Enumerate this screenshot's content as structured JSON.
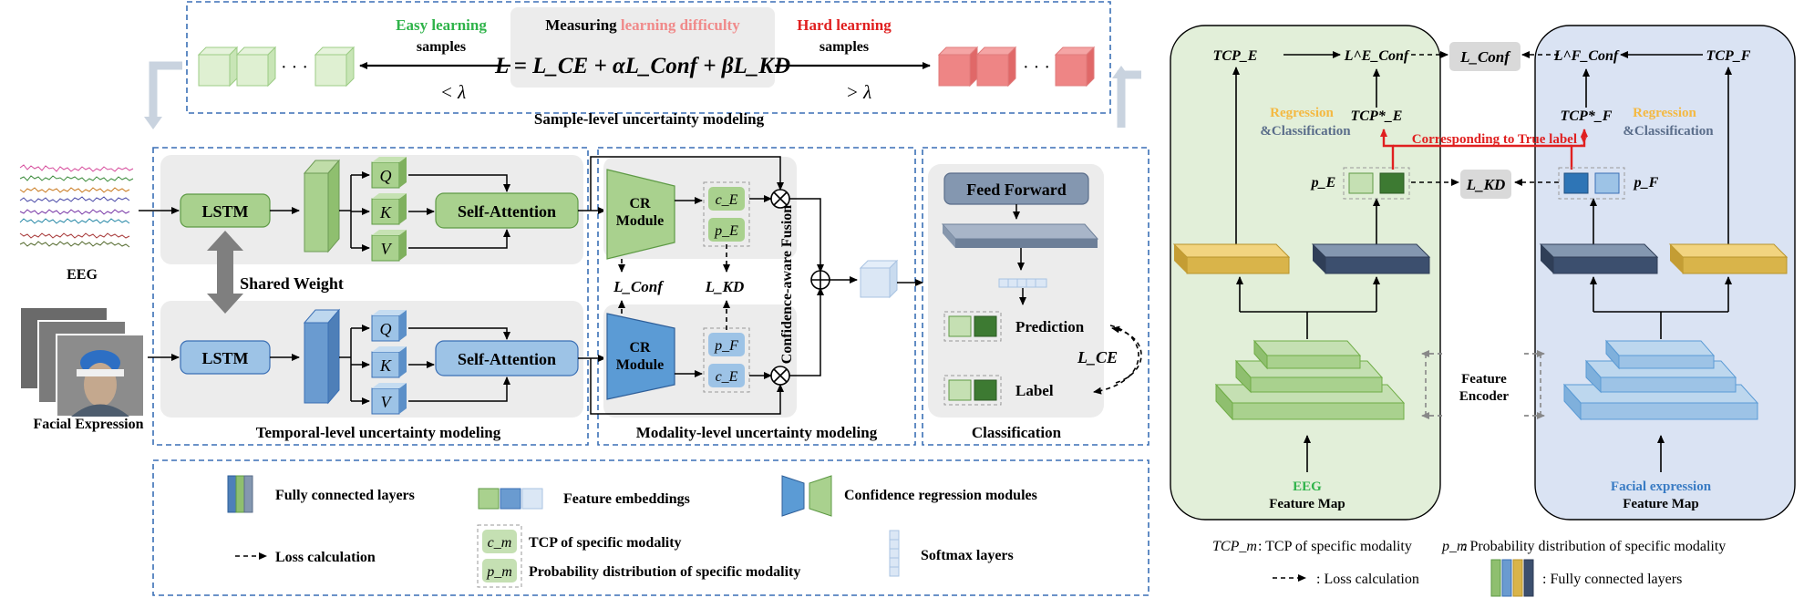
{
  "sample_level": {
    "easy_label": "Easy learning",
    "easy_samples": "samples",
    "measuring_prefix": "Measuring ",
    "measuring_highlight": "learning difficulty",
    "hard_label": "Hard learning",
    "hard_samples": "samples",
    "equation": "L = L_CE + αL_Conf + βL_KD",
    "less_lambda": "< λ",
    "greater_lambda": "> λ",
    "ellipsis": "· · ·",
    "caption": "Sample-level uncertainty modeling"
  },
  "inputs": {
    "eeg_label": "EEG",
    "face_label": "Facial Expression"
  },
  "temporal": {
    "lstm_top": "LSTM",
    "lstm_bottom": "LSTM",
    "q": "Q",
    "k": "K",
    "v": "V",
    "self_attention_top": "Self-Attention",
    "self_attention_bottom": "Self-Attention",
    "shared_weight": "Shared Weight",
    "caption": "Temporal-level uncertainty modeling"
  },
  "modality": {
    "cr_module": [
      "CR",
      "Module"
    ],
    "c_e": "c_E",
    "p_e": "p_E",
    "p_f": "p_F",
    "c_e2": "c_E",
    "l_conf": "L_Conf",
    "l_kd": "L_KD",
    "fusion": "Confidence-aware Fusion",
    "caption": "Modality-level uncertainty modeling"
  },
  "classification": {
    "feed_forward": "Feed Forward",
    "prediction": "Prediction",
    "label": "Label",
    "l_ce": "L_CE",
    "caption": "Classification"
  },
  "legend": {
    "fc_layers": "Fully connected layers",
    "feature_embeddings": "Feature embeddings",
    "confidence_modules": "Confidence regression modules",
    "loss_calc": "Loss calculation",
    "cm": "c_m",
    "cm_desc": "TCP of specific modality",
    "pm": "p_m",
    "pm_desc": "Probability distribution of specific modality",
    "softmax": "Softmax layers"
  },
  "right": {
    "tcp_e": "TCP_E",
    "tcp_f": "TCP_F",
    "lconf_e": "L^E_Conf",
    "lconf_f": "L^F_Conf",
    "l_conf": "L_Conf",
    "tcp_e_star": "TCP*_E",
    "tcp_f_star": "TCP*_F",
    "regression": "Regression",
    "amp_classification": "&Classification",
    "corresponding": "Corresponding to True label y",
    "p_e": "p_E",
    "p_f": "p_F",
    "l_kd": "L_KD",
    "feature_encoder": [
      "Feature",
      "Encoder"
    ],
    "eeg": "EEG",
    "feature_map": "Feature Map",
    "facial": "Facial expression",
    "feature_map2": "Feature Map"
  },
  "right_legend": {
    "tcp_m": "TCP_m",
    "tcp_m_desc": ": TCP of specific modality",
    "p_m": "p_m",
    "p_m_desc": ": Probability distribution of specific modality",
    "loss_calc": ": Loss calculation",
    "fc_layers": ": Fully connected layers"
  },
  "colors": {
    "dashed_blue": "#3a6fb5",
    "green_light": "#d4ecc6",
    "green_dark": "#3d7a32",
    "blue_light": "#bcd7f0",
    "blue_mid": "#5b9bd5",
    "red_block": "#f08080",
    "easy_green": "#2fb34a",
    "hard_red": "#e02020",
    "difficulty_pink": "#f08a8a",
    "regression_orange": "#f4b942",
    "classification_slate": "#5a6d8a",
    "gold_layer": "#d9b44a",
    "navy_layer": "#3c4f6e"
  }
}
